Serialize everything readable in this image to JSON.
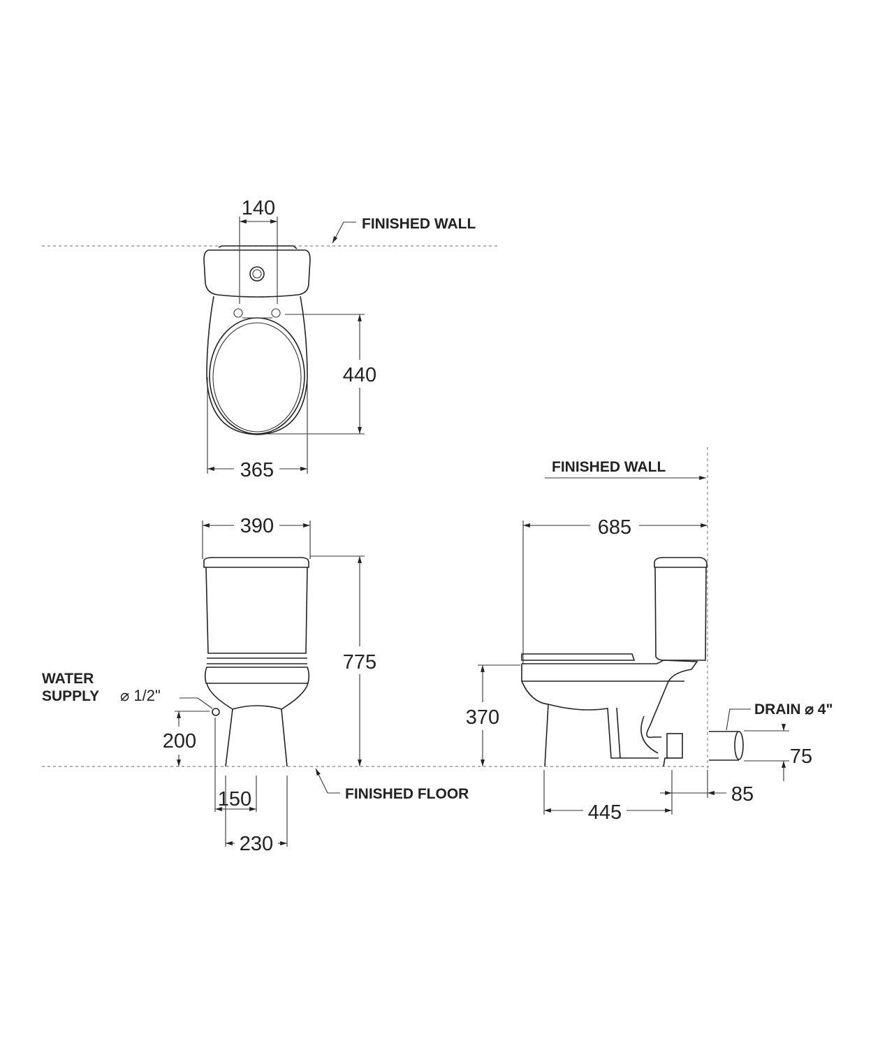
{
  "labels": {
    "finished_wall_top": "FINISHED WALL",
    "finished_wall_side": "FINISHED WALL",
    "finished_floor": "FINISHED FLOOR",
    "water_supply_line1": "WATER",
    "water_supply_line2": "SUPPLY",
    "water_supply_size": "⌀ 1/2\"",
    "drain": "DRAIN ⌀ 4\""
  },
  "dimensions": {
    "plan": {
      "hinge_spacing": "140",
      "seat_length": "440",
      "bowl_width": "365"
    },
    "front": {
      "tank_width": "390",
      "overall_height": "775",
      "supply_height": "200",
      "supply_offset": "150",
      "pedestal_width": "230"
    },
    "side": {
      "overall_depth": "685",
      "seat_height": "370",
      "floor_depth": "445",
      "drain_offset": "85",
      "drain_height": "75"
    }
  },
  "units": "mm"
}
